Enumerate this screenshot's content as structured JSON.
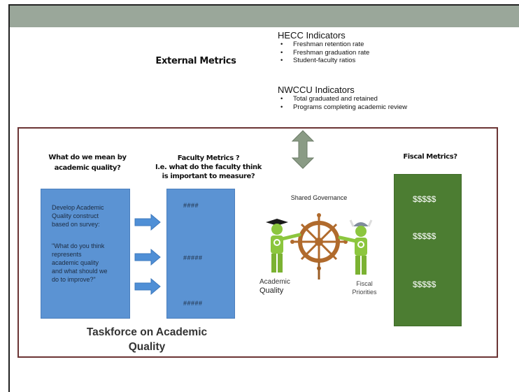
{
  "colors": {
    "topbar": "#9aa79a",
    "blue_box": "#5b93d3",
    "arrow_blue": "#4f8fd6",
    "green_box": "#4c7d32",
    "outer_border": "#6b3434",
    "double_arrow": "#8a9b85"
  },
  "external_metrics": {
    "title": "External Metrics"
  },
  "hecc": {
    "title": "HECC Indicators",
    "items": [
      "Freshman retention rate",
      "Freshman graduation rate",
      "Student-faculty ratios"
    ]
  },
  "nwccu": {
    "title": "NWCCU Indicators",
    "items": [
      "Total graduated and retained",
      "Programs completing academic review"
    ]
  },
  "academic_quality_question": {
    "line1": "What do we mean by",
    "line2": "academic quality?"
  },
  "faculty_metrics": {
    "line1": "Faculty Metrics ?",
    "line2": "I.e. what do the faculty think",
    "line3": "is important to measure?"
  },
  "fiscal_metrics": {
    "title": "Fiscal Metrics?"
  },
  "survey_box": {
    "line1": "Develop Academic",
    "line2": "Quality construct",
    "line3": "based on survey:",
    "quote1": "\"What do you think",
    "quote2": "represents",
    "quote3": "academic quality",
    "quote4": "and what should we",
    "quote5": "do to improve?\""
  },
  "faculty_values": [
    "####",
    "#####",
    "#####"
  ],
  "fiscal_values": [
    "$$$$$",
    "$$$$$",
    "$$$$$"
  ],
  "shared_governance": {
    "title": "Shared Governance",
    "left_line1": "Academic",
    "left_line2": "Quality",
    "right_line1": "Fiscal",
    "right_line2": "Priorities"
  },
  "taskforce": {
    "line1": "Taskforce on Academic",
    "line2": "Quality"
  },
  "icons": {
    "arrows": "arrow-right-icon",
    "double_arrow": "double-arrow-vertical-icon",
    "wheel": "ship-wheel-icon",
    "figures": "person-icon"
  }
}
